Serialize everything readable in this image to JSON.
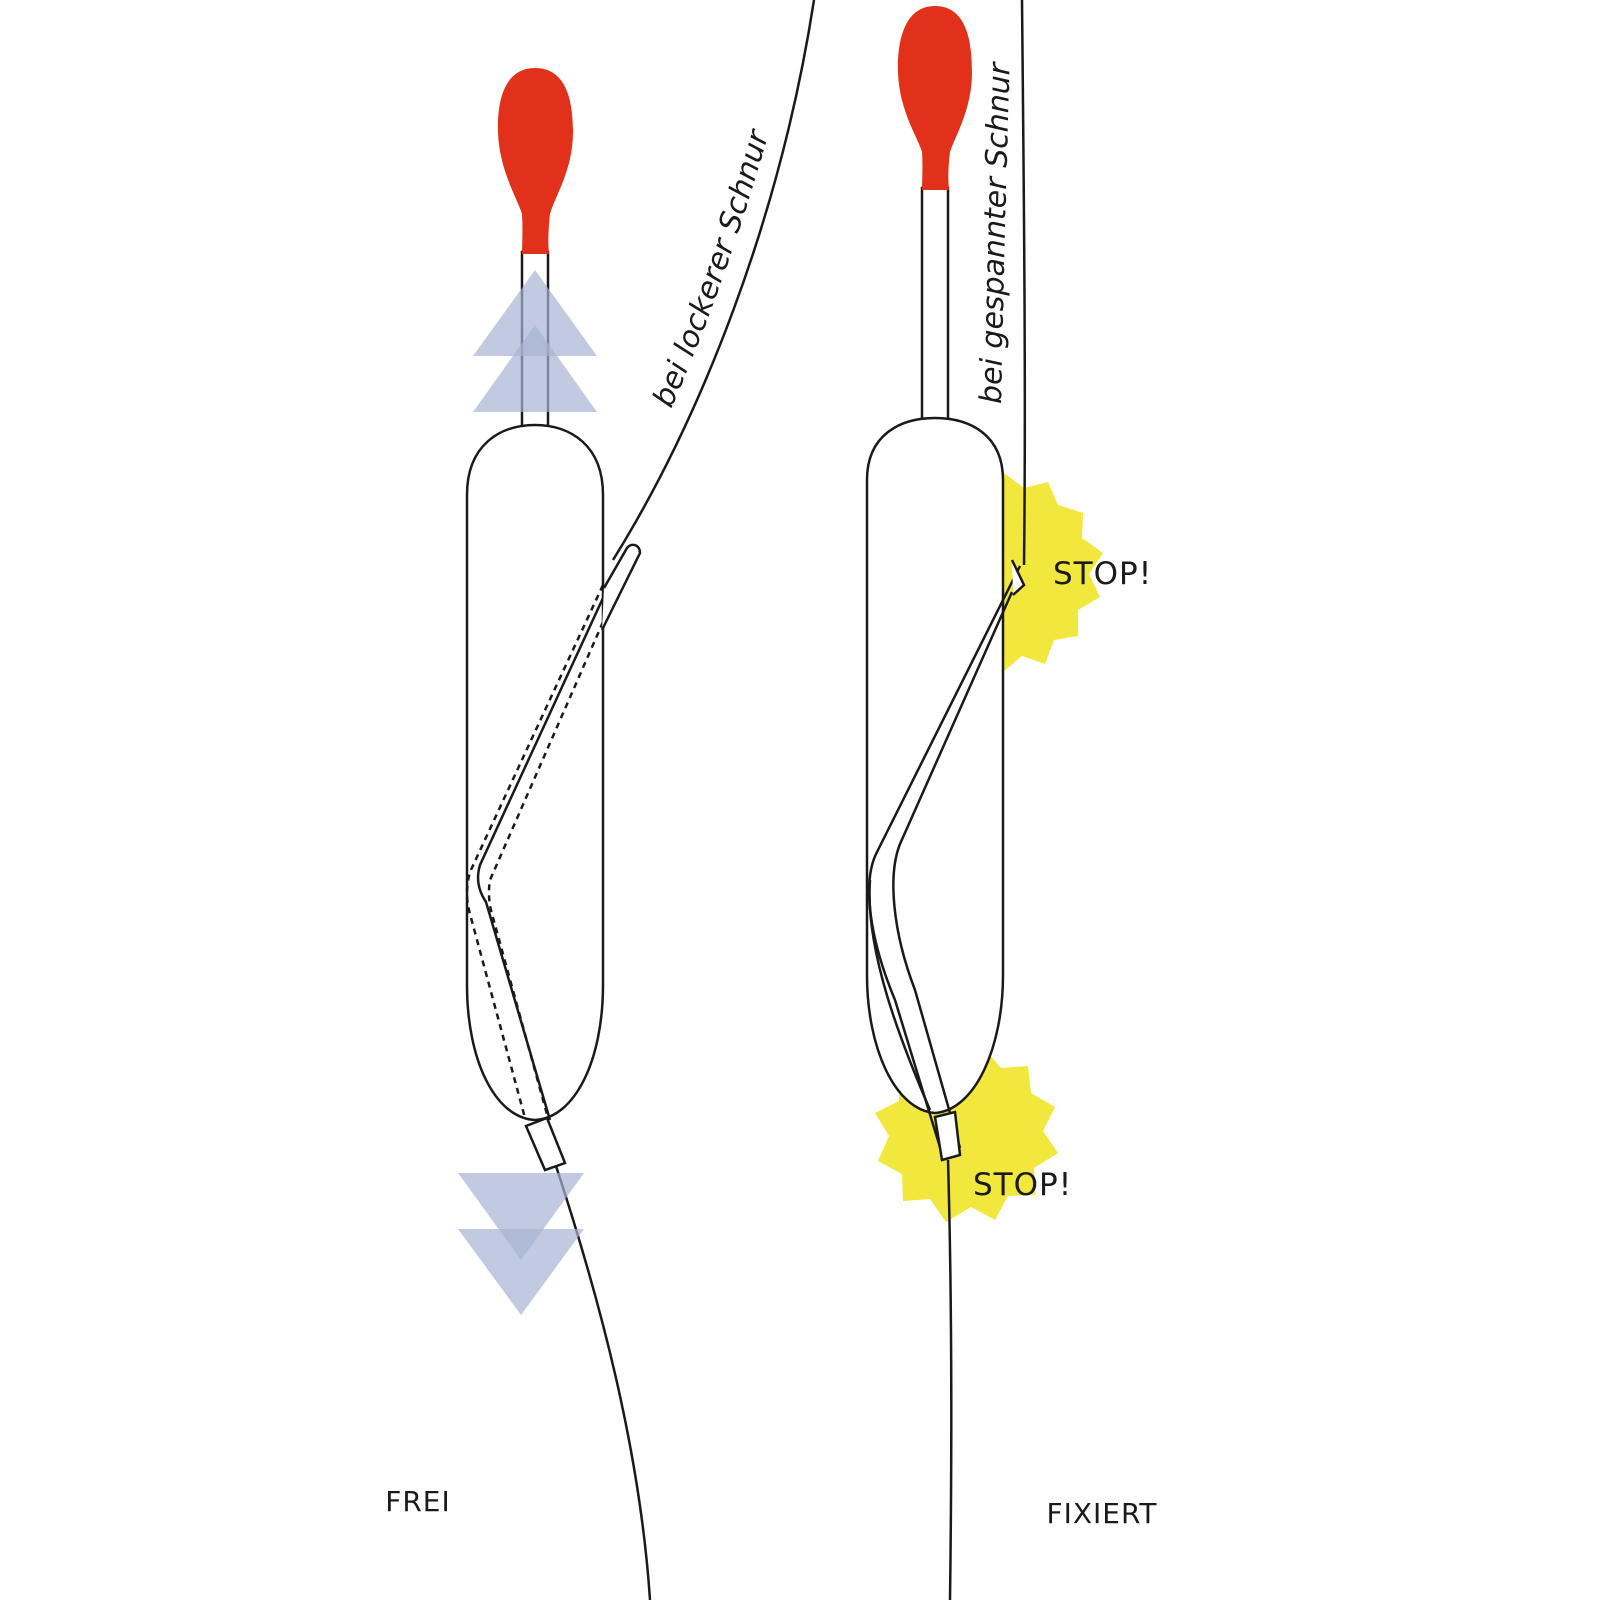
{
  "left_panel": {
    "caption": "FREI",
    "line_label": "bei lockerer Schnur"
  },
  "right_panel": {
    "caption": "FIXIERT",
    "line_label": "bei gespannter Schnur",
    "stop_top": "STOP!",
    "stop_bottom": "STOP!"
  },
  "colors": {
    "float_tip": "#e2311a",
    "stop_burst": "#f2e73c",
    "motion_arrow": "#a6b3d3",
    "outline": "#1a1a1a"
  }
}
